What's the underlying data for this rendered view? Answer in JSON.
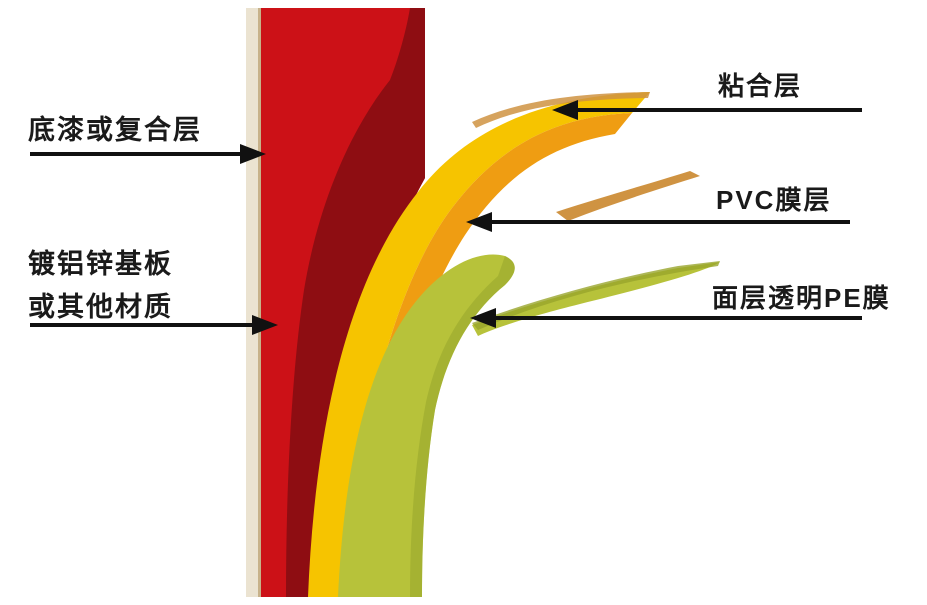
{
  "labels": {
    "primer": "底漆或复合层",
    "substrate_line1": "镀铝锌基板",
    "substrate_line2": "或其他材质",
    "adhesive": "粘合层",
    "pvc": "PVC膜层",
    "pe": "面层透明PE膜"
  },
  "colors": {
    "background": "#ffffff",
    "panel_red": "#cc1117",
    "panel_dark_red": "#8e0d12",
    "base_strip": "#ebe3d1",
    "strip_edge": "#c7b28a",
    "layer_yellow": "#f6c400",
    "layer_orange": "#ef9d12",
    "tan_sliver": "#cf9342",
    "layer_green": "#b7c23a",
    "layer_green_dark": "#98a52c",
    "arrow": "#111111"
  }
}
